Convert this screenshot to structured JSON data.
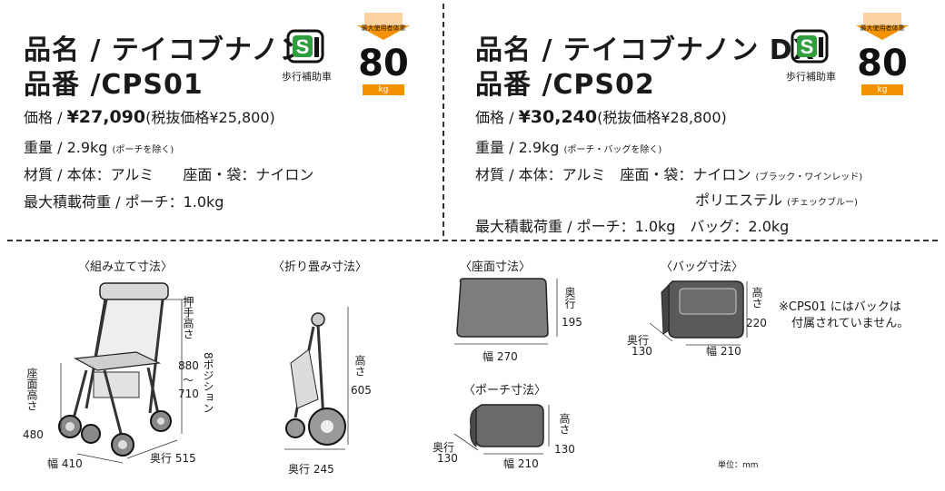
{
  "left": {
    "name_line": "品名 / テイコブナノン",
    "code_line": "品番 /CPS01",
    "mark_label": "歩行補助車",
    "max_weight": "80",
    "max_weight_unit": "kg",
    "weight_banner": "最大使用者体重",
    "price_label": "価格 / ",
    "price_value": "¥27,090",
    "price_note": "(税抜価格¥25,800)",
    "weight_label": "重量 / 2.9kg",
    "weight_note": "(ポーチを除く)",
    "material": "材質 / 本体：アルミ　　座面・袋：ナイロン",
    "max_load": "最大積載荷重 / ポーチ：1.0kg"
  },
  "right": {
    "name_line": "品名 / テイコブナノン DX",
    "code_line": "品番 /CPS02",
    "mark_label": "歩行補助車",
    "max_weight": "80",
    "max_weight_unit": "kg",
    "weight_banner": "最大使用者体重",
    "price_label": "価格 / ",
    "price_value": "¥30,240",
    "price_note": "(税抜価格¥28,800)",
    "weight_label": "重量 / 2.9kg",
    "weight_note": "(ポーチ・バッグを除く)",
    "material": "材質 / 本体：アルミ　座面・袋：ナイロン",
    "material_note": "(ブラック・ワインレッド)",
    "material2": "ポリエステル",
    "material2_note": "(チェックブルー)",
    "max_load": "最大積載荷重 / ポーチ：1.0kg　バッグ：2.0kg"
  },
  "sections": {
    "assembled": "〈組み立て寸法〉",
    "folded": "〈折り畳み寸法〉",
    "seat": "〈座面寸法〉",
    "bag": "〈バッグ寸法〉",
    "pouch": "〈ポーチ寸法〉"
  },
  "dims": {
    "handle_height": "押手高さ",
    "handle_range_top": "880",
    "handle_range_sep": "〜",
    "handle_range_bottom": "710",
    "positions": "8ポジション",
    "seat_height": "座面高さ",
    "seat_height_val": "480",
    "width_410": "幅 410",
    "depth_515": "奥行 515",
    "fold_height": "高さ",
    "fold_height_val": "605",
    "fold_depth": "奥行 245",
    "seat_depth": "奥行",
    "seat_depth_val": "195",
    "seat_width": "幅 270",
    "bag_height": "高さ",
    "bag_height_val": "220",
    "bag_depth": "奥行",
    "bag_depth_val": "130",
    "bag_width": "幅 210",
    "pouch_height": "高さ",
    "pouch_height_val": "130",
    "pouch_depth": "奥行",
    "pouch_depth_val": "130",
    "pouch_width": "幅 210"
  },
  "note_line1": "※CPS01 にはバックは",
  "note_line2": "付属されていません。",
  "unit": "単位：mm",
  "colors": {
    "accent": "#f39200",
    "mark_green": "#2f9e3e"
  }
}
